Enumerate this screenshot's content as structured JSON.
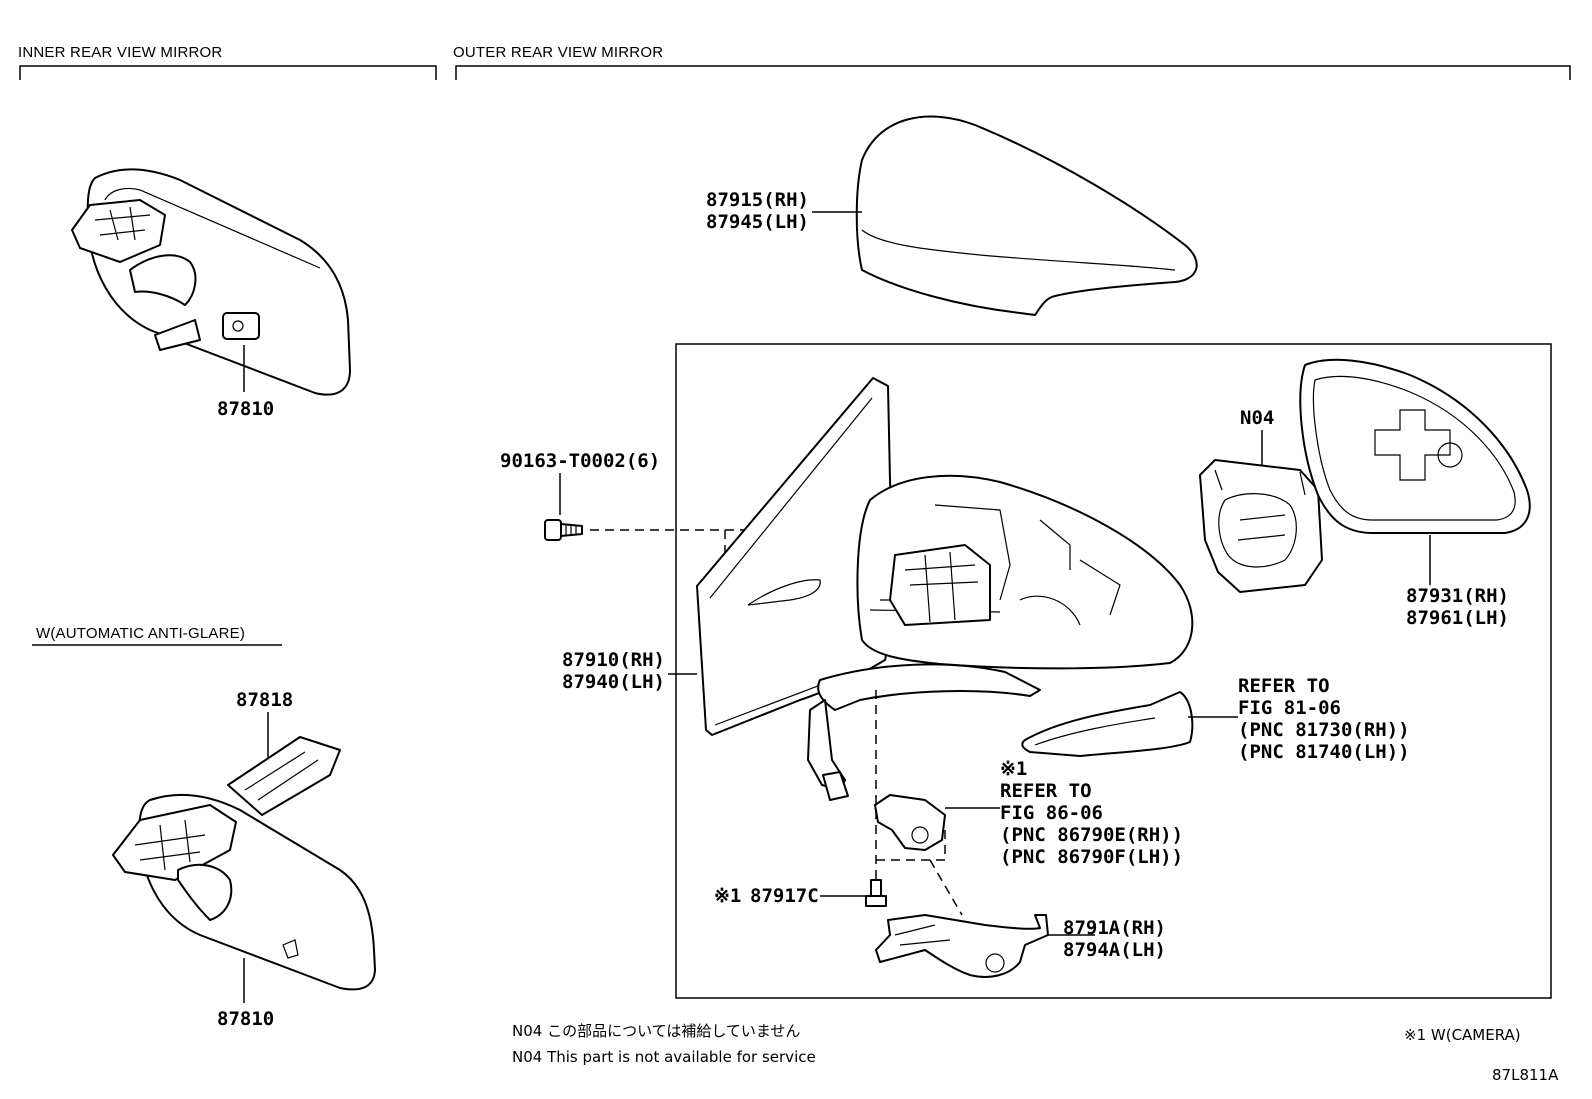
{
  "sections": {
    "inner": "INNER REAR VIEW MIRROR",
    "outer": "OUTER REAR VIEW MIRROR",
    "variant": "W(AUTOMATIC ANTI-GLARE)"
  },
  "parts": {
    "p87810_top": "87810",
    "p87810_bottom": "87810",
    "p87818": "87818",
    "cover_rh": "87915(RH)",
    "cover_lh": "87945(LH)",
    "screw": "90163-T0002(6)",
    "assy_rh": "87910(RH)",
    "assy_lh": "87940(LH)",
    "n04": "N04",
    "glass_rh": "87931(RH)",
    "glass_lh": "87961(LH)",
    "refer81_1": "REFER TO",
    "refer81_2": "FIG 81-06",
    "refer81_3": "(PNC 81730(RH))",
    "refer81_4": "(PNC 81740(LH))",
    "refer86_mark": "※1",
    "refer86_1": "REFER TO",
    "refer86_2": "FIG 86-06",
    "refer86_3": "(PNC 86790E(RH))",
    "refer86_4": "(PNC 86790F(LH))",
    "bolt_mark": "※1",
    "bolt": "87917C",
    "bracket_rh": "8791A(RH)",
    "bracket_lh": "8794A(LH)"
  },
  "notes": {
    "n04_jp": "N04 この部品については補給していません",
    "n04_en": "N04 This part is not available for service",
    "camera": "※1 W(CAMERA)",
    "code": "87L811A"
  }
}
